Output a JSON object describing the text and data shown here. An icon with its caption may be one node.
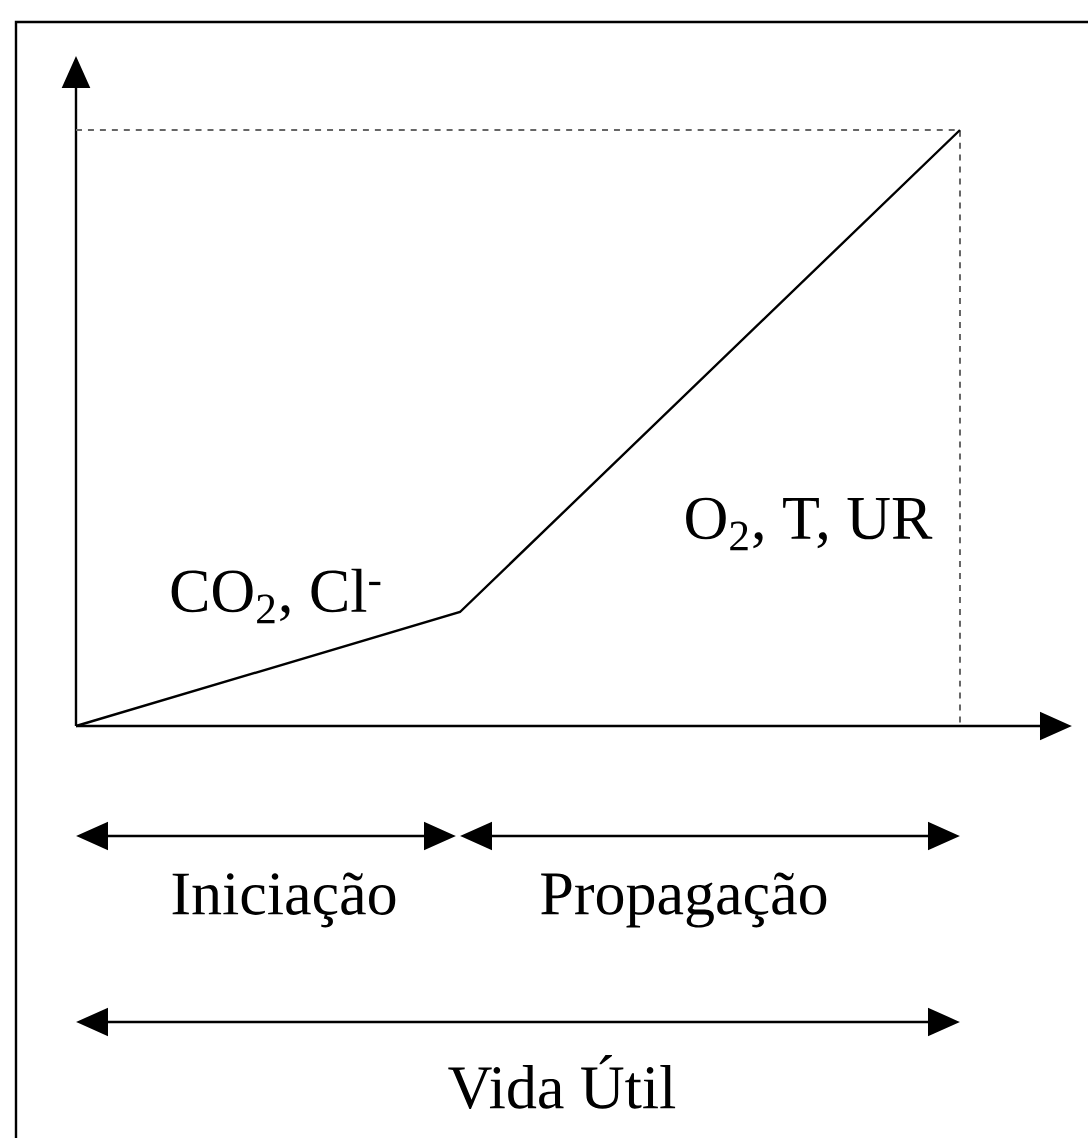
{
  "diagram": {
    "labels": [
      "CO$_{2}$, Cl$^{-}$",
      "O$_{2}$, T, UR",
      "Iniciação",
      "Propagação",
      "Vida Útil"
    ]
  }
}
